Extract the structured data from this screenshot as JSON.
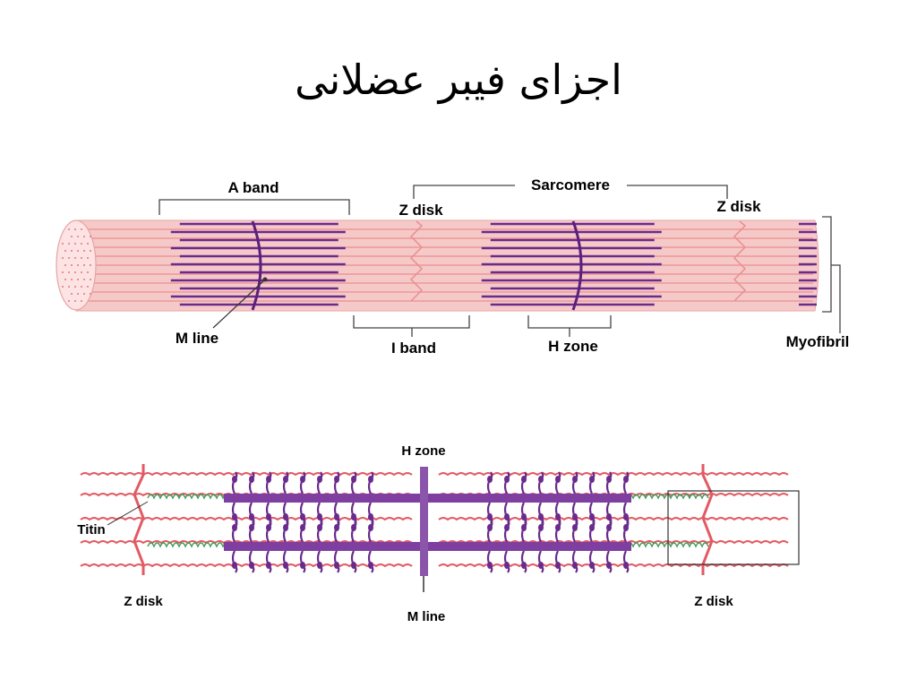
{
  "title": "اجزای فیبر عضلانی",
  "diagram_top": {
    "labels": {
      "a_band": "A band",
      "sarcomere": "Sarcomere",
      "z_disk_left": "Z disk",
      "z_disk_right": "Z disk",
      "m_line": "M line",
      "i_band": "I band",
      "h_zone": "H zone",
      "myofibril": "Myofibril"
    }
  },
  "diagram_bottom": {
    "labels": {
      "h_zone": "H zone",
      "titin": "Titin",
      "z_disk_left": "Z disk",
      "z_disk_right": "Z disk",
      "m_line": "M line"
    }
  },
  "colors": {
    "fiber_fill": "#f6c9c9",
    "fiber_stripe": "#e98d8d",
    "thick_filament": "#6a2b8c",
    "actin": "#e25a63",
    "titin": "#3c9a58"
  }
}
